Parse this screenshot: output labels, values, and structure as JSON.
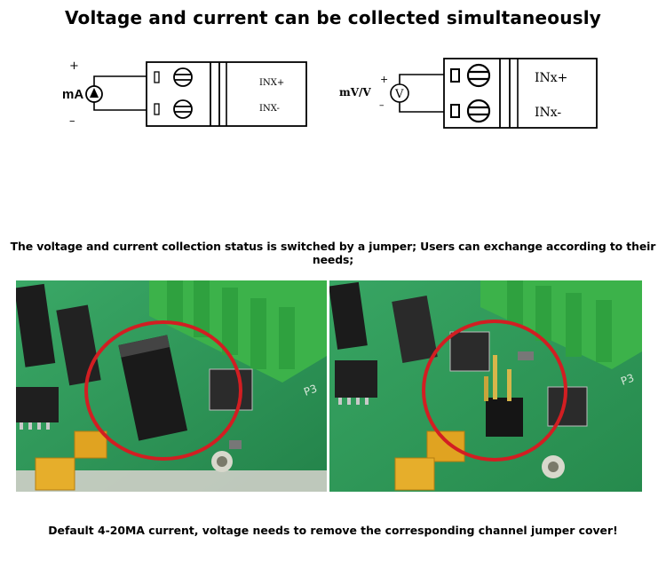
{
  "title": "Voltage and current can be collected simultaneously",
  "current_diagram": {
    "plus": "+",
    "minus": "–",
    "unit": "mA",
    "terminal_plus": "INX+",
    "terminal_minus": "INX-"
  },
  "voltage_diagram": {
    "plus": "+",
    "minus": "–",
    "unit": "mV/V",
    "meter_symbol": "V",
    "terminal_plus": "INx+",
    "terminal_minus": "INx-"
  },
  "caption_jumper": "The voltage and current collection status is switched by a jumper; Users can exchange according to their needs;",
  "photo_left": {
    "silkscreen": "P3"
  },
  "photo_right": {
    "silkscreen": "P3"
  },
  "caption_default": "Default 4-20MA current, voltage needs to remove the corresponding channel jumper cover!",
  "colors": {
    "pcb_green": "#2f9b57",
    "connector_green": "#3cb24a",
    "highlight_circle": "#d21e22"
  },
  "icons": {
    "current_source": "current-source-icon",
    "voltmeter": "voltmeter-icon"
  }
}
